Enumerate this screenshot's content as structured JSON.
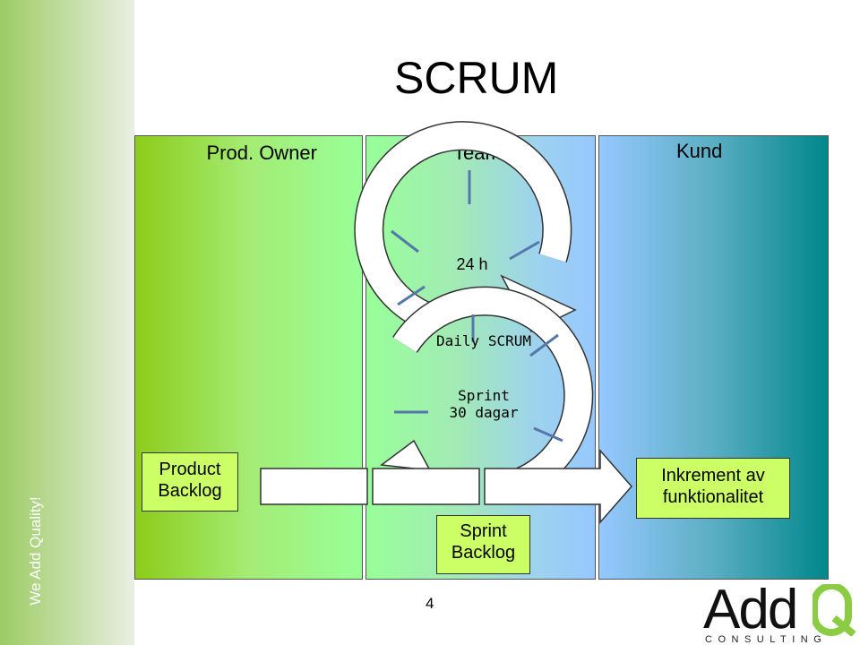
{
  "slide": {
    "title": "SCRUM",
    "page_number": "4",
    "sidebar_text": "We Add Quality!"
  },
  "columns": {
    "product_owner": "Prod. Owner",
    "team": "Team",
    "customer": "Kund"
  },
  "cycle": {
    "daily_label": "24 h",
    "daily_caption": "Daily SCRUM",
    "sprint_line1": "Sprint",
    "sprint_line2": "30 dagar"
  },
  "boxes": {
    "product_backlog_line1": "Product",
    "product_backlog_line2": "Backlog",
    "sprint_backlog_line1": "Sprint",
    "sprint_backlog_line2": "Backlog",
    "increment_line1": "Inkrement av",
    "increment_line2": "funktionalitet"
  },
  "logo": {
    "wordmark": "Add",
    "mark": "Q",
    "tagline": "CONSULTING"
  },
  "colors": {
    "label_box_fill": "#ccff66",
    "panel_po": "#98ff98",
    "panel_team": "#96c8ff",
    "panel_kund": "#00878a",
    "logo_mark": "#8ccc44"
  }
}
